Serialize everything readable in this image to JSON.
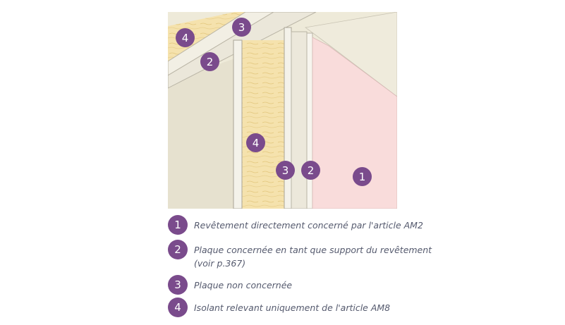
{
  "colors": {
    "badge": "#7a4b8c",
    "coating": "#f9dcdb",
    "insulation": "#f3dfa3",
    "board": "#e8e3d6",
    "background_wall": "#eeead9"
  },
  "callouts": {
    "ceiling_insulation": "4",
    "ceiling_stud": "3",
    "ceiling_board": "2",
    "wall_insulation": "4",
    "wall_stud": "3",
    "wall_board": "2",
    "wall_coating": "1"
  },
  "legend": [
    {
      "number": "1",
      "text": "Revêtement directement concerné par l'article AM2"
    },
    {
      "number": "2",
      "text": "Plaque concernée en tant que support du revêtement (voir p.367)"
    },
    {
      "number": "3",
      "text": "Plaque non concernée"
    },
    {
      "number": "4",
      "text": "Isolant relevant uniquement de l'article AM8"
    }
  ]
}
